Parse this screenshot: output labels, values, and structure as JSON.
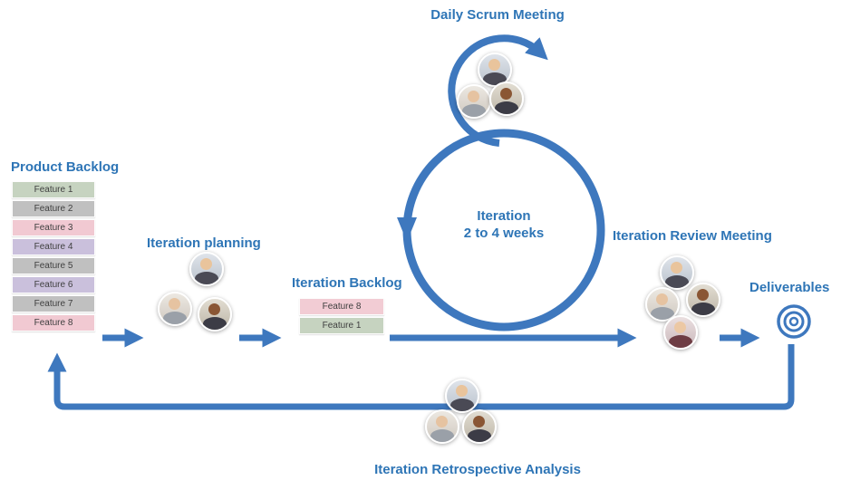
{
  "colors": {
    "accent": "#2E75B6",
    "shape": "#3E78BE",
    "feature_text": "#3F3F3F"
  },
  "labels": {
    "daily_scrum": "Daily Scrum Meeting",
    "product_backlog": "Product Backlog",
    "iteration_planning": "Iteration planning",
    "iteration_backlog": "Iteration Backlog",
    "iteration_line1": "Iteration",
    "iteration_line2": "2 to 4 weeks",
    "review_meeting": "Iteration Review Meeting",
    "deliverables": "Deliverables",
    "retrospective": "Iteration Retrospective Analysis"
  },
  "product_backlog": {
    "items": [
      {
        "label": "Feature 1",
        "color": "#C6D3C0"
      },
      {
        "label": "Feature 2",
        "color": "#C0C0C0"
      },
      {
        "label": "Feature 3",
        "color": "#F1C9D2"
      },
      {
        "label": "Feature 4",
        "color": "#CAC0DC"
      },
      {
        "label": "Feature 5",
        "color": "#C0C0C0"
      },
      {
        "label": "Feature 6",
        "color": "#CAC0DC"
      },
      {
        "label": "Feature 7",
        "color": "#C0C0C0"
      },
      {
        "label": "Feature 8",
        "color": "#F1C9D2"
      }
    ]
  },
  "iteration_backlog": {
    "items": [
      {
        "label": "Feature 8",
        "color": "#F2CCD4"
      },
      {
        "label": "Feature 1",
        "color": "#C6D3C0"
      }
    ]
  },
  "teams": {
    "daily_scrum": {
      "members": 3
    },
    "planning": {
      "members": 3
    },
    "review": {
      "members": 4
    },
    "retrospective": {
      "members": 3
    }
  },
  "icons": {
    "deliverables": "concentric-rings-icon",
    "person": "person-photo-avatar"
  }
}
